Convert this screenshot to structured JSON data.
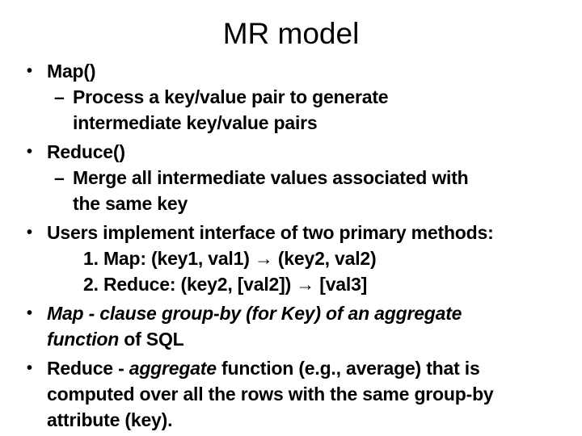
{
  "slide": {
    "title": "MR model",
    "background": "#ffffff",
    "text_color": "#000000",
    "markers": {
      "bullet": "•",
      "dash": "–"
    },
    "lines": [
      {
        "indent": "b1",
        "marker": "bullet",
        "segments": [
          {
            "text": "Map()"
          }
        ]
      },
      {
        "indent": "d2",
        "marker": "dash",
        "segments": [
          {
            "text": "Process a key/value pair to generate"
          }
        ]
      },
      {
        "indent": "t2",
        "segments": [
          {
            "text": "intermediate key/value pairs"
          }
        ]
      },
      {
        "indent": "b1",
        "marker": "bullet",
        "segments": [
          {
            "text": "Reduce()"
          }
        ]
      },
      {
        "indent": "d2",
        "marker": "dash",
        "segments": [
          {
            "text": "Merge all intermediate values associated with"
          }
        ]
      },
      {
        "indent": "t2",
        "segments": [
          {
            "text": "the same key"
          }
        ]
      },
      {
        "indent": "b1",
        "marker": "bullet",
        "segments": [
          {
            "text": "Users implement interface of two primary methods:"
          }
        ]
      },
      {
        "indent": "n",
        "segments": [
          {
            "text": "1. Map: (key1, val1) → (key2, val2)"
          }
        ]
      },
      {
        "indent": "n",
        "segments": [
          {
            "text": "2. Reduce: (key2, [val2]) → [val3]"
          }
        ]
      },
      {
        "indent": "b1",
        "marker": "bullet",
        "segments": [
          {
            "text": "Map - clause group-by (for Key) of an aggregate",
            "italic": true
          }
        ]
      },
      {
        "indent": "t1",
        "segments": [
          {
            "text": "function",
            "italic": true
          },
          {
            "text": " of SQL"
          }
        ]
      },
      {
        "indent": "b1",
        "marker": "bullet",
        "segments": [
          {
            "text": "Reduce - "
          },
          {
            "text": "aggregate",
            "italic": true
          },
          {
            "text": " function (e.g., average) that is"
          }
        ]
      },
      {
        "indent": "t1",
        "segments": [
          {
            "text": "computed over all the rows with the same group-by"
          }
        ]
      },
      {
        "indent": "t1",
        "segments": [
          {
            "text": "attribute (key)."
          }
        ]
      }
    ]
  }
}
